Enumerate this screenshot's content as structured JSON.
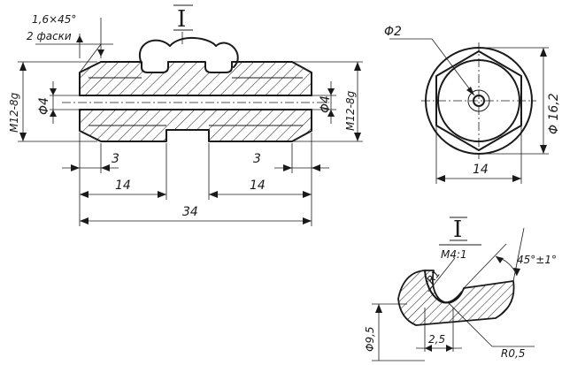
{
  "main_view": {
    "chamfer_top": "1,6×45°",
    "chamfer_bottom": "2 фаски",
    "detail_mark": "I",
    "thread_left": "M12-8g",
    "thread_right": "M12-8g",
    "bore_left": "Φ4",
    "bore_right": "Φ4",
    "groove_left": "3",
    "groove_right": "3",
    "length_left": "14",
    "length_right": "14",
    "length_total": "34"
  },
  "end_view": {
    "hole_dia": "Φ2",
    "across_corners": "Φ 16,2",
    "across_flats": "14"
  },
  "detail_view": {
    "mark": "I",
    "scale": "M4:1",
    "angle": "45°±1°",
    "radius_outer": "R1",
    "radius_inner": "R0,5",
    "dia": "Φ9,5",
    "width": "2,5"
  }
}
